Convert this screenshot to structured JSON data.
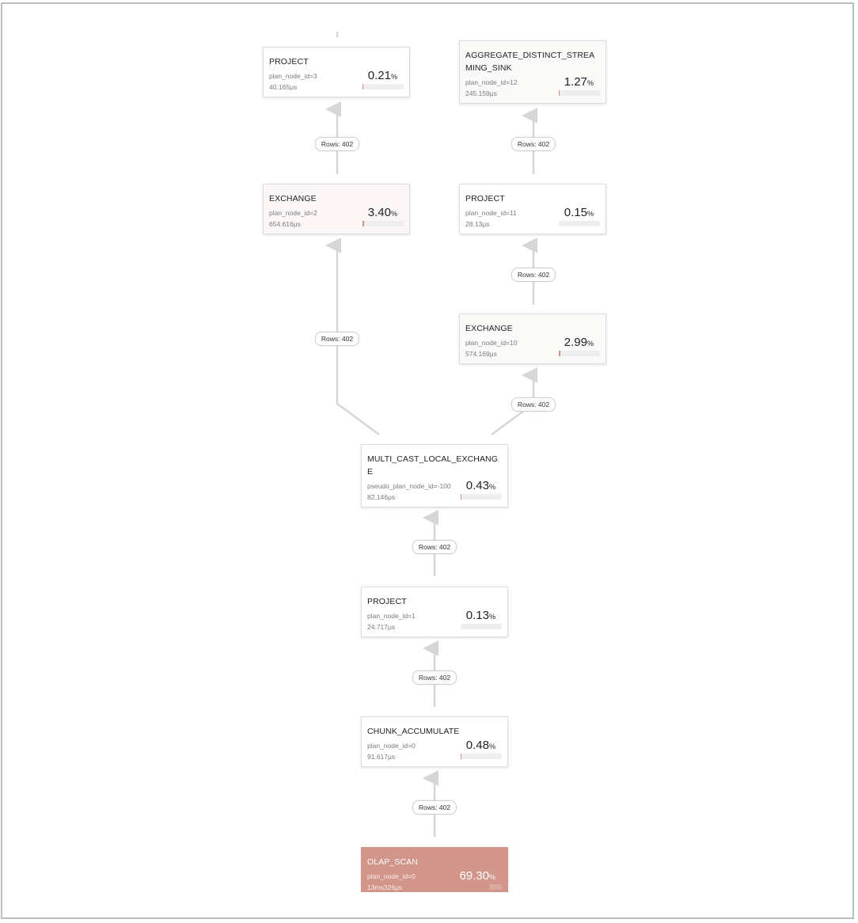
{
  "nodes": [
    {
      "id": "project3",
      "name": "PROJECT",
      "meta1": "plan_node_id=3",
      "meta2": "40.165μs",
      "pct": "0.21",
      "unit": "%",
      "fraction": 0.0021
    },
    {
      "id": "agg12",
      "name": "AGGREGATE_DISTINCT_STREAMING_SINK",
      "meta1": "plan_node_id=12",
      "meta2": "245.159μs",
      "pct": "1.27",
      "unit": "%",
      "fraction": 0.0127
    },
    {
      "id": "exchange2",
      "name": "EXCHANGE",
      "meta1": "plan_node_id=2",
      "meta2": "654.616μs",
      "pct": "3.40",
      "unit": "%",
      "fraction": 0.034
    },
    {
      "id": "project11",
      "name": "PROJECT",
      "meta1": "plan_node_id=11",
      "meta2": "28.13μs",
      "pct": "0.15",
      "unit": "%",
      "fraction": 0.0015
    },
    {
      "id": "exchange10",
      "name": "EXCHANGE",
      "meta1": "plan_node_id=10",
      "meta2": "574.169μs",
      "pct": "2.99",
      "unit": "%",
      "fraction": 0.0299
    },
    {
      "id": "multicast",
      "name": "MULTI_CAST_LOCAL_EXCHANGE",
      "meta1": "pseudo_plan_node_id=-100",
      "meta2": "82.146μs",
      "pct": "0.43",
      "unit": "%",
      "fraction": 0.0043
    },
    {
      "id": "project1",
      "name": "PROJECT",
      "meta1": "plan_node_id=1",
      "meta2": "24.717μs",
      "pct": "0.13",
      "unit": "%",
      "fraction": 0.0013
    },
    {
      "id": "chunk0",
      "name": "CHUNK_ACCUMULATE",
      "meta1": "plan_node_id=0",
      "meta2": "91.617μs",
      "pct": "0.48",
      "unit": "%",
      "fraction": 0.0048
    },
    {
      "id": "olap0",
      "name": "OLAP_SCAN",
      "meta1": "plan_node_id=0",
      "meta2": "13ms326μs",
      "pct": "69.30",
      "unit": "%",
      "fraction": 0.693
    }
  ],
  "edges": [
    {
      "label": "Rows: 402"
    },
    {
      "label": "Rows: 402"
    },
    {
      "label": "Rows: 402"
    },
    {
      "label": "Rows: 402"
    },
    {
      "label": "Rows: 402"
    },
    {
      "label": "Rows: 402"
    },
    {
      "label": "Rows: 402"
    },
    {
      "label": "Rows: 402"
    }
  ],
  "colors": {
    "hot": "#d1958a",
    "edge": "#d6d6d6"
  }
}
